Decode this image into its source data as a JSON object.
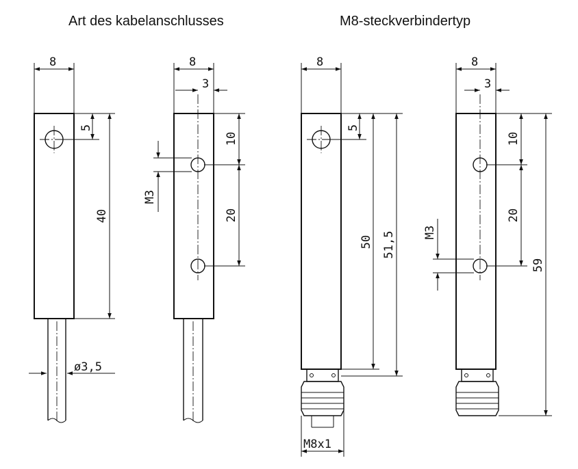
{
  "headings": {
    "cable_type": "Art des kabelanschlusses",
    "m8_type": "M8-steckverbindertyp"
  },
  "views": {
    "cable_front": {
      "width": "8",
      "hole_offset": "5",
      "length": "40",
      "cable_diameter": "ø3,5"
    },
    "cable_side": {
      "width": "8",
      "hole_inset": "3",
      "thread": "M3",
      "hole1": "10",
      "hole_spacing": "20"
    },
    "m8_front": {
      "width": "8",
      "hole_offset": "5",
      "body_length": "50",
      "length_to_connector": "51,5",
      "connector": "M8x1"
    },
    "m8_side": {
      "width": "8",
      "hole_inset": "3",
      "hole1": "10",
      "hole_spacing": "20",
      "thread": "M3",
      "total_length": "59"
    }
  }
}
